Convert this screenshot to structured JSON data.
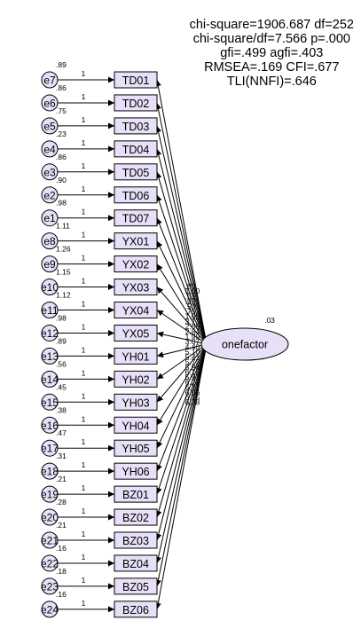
{
  "fit_stats": [
    "chi-square=1906.687 df=252",
    "chi-square/df=7.566 p=.000",
    "gfi=.499 agfi=.403",
    "RMSEA=.169 CFI=.677",
    "TLI(NNFI)=.646"
  ],
  "factor": {
    "name": "onefactor",
    "variance": ".03"
  },
  "path_fixed_label": "1",
  "items": [
    {
      "error": "e7",
      "error_var": ".89",
      "indicator": "TD01",
      "loading": ".80"
    },
    {
      "error": "e6",
      "error_var": ".86",
      "indicator": "TD02",
      "loading": "1.00"
    },
    {
      "error": "e5",
      "error_var": ".75",
      "indicator": "TD03",
      "loading": ".51"
    },
    {
      "error": "e4",
      "error_var": ".23",
      "indicator": "TD04",
      "loading": ".93"
    },
    {
      "error": "e3",
      "error_var": ".86",
      "indicator": "TD05",
      "loading": ".50"
    },
    {
      "error": "e2",
      "error_var": ".90",
      "indicator": "TD06",
      "loading": ".75"
    },
    {
      "error": "e1",
      "error_var": ".98",
      "indicator": "TD07",
      "loading": "1.00"
    },
    {
      "error": "e8",
      "error_var": "1.11",
      "indicator": "YX01",
      "loading": "3.13"
    },
    {
      "error": "e9",
      "error_var": "1.26",
      "indicator": "YX02",
      "loading": "2.69"
    },
    {
      "error": "e10",
      "error_var": "1.15",
      "indicator": "YX03",
      "loading": "2.84"
    },
    {
      "error": "e11",
      "error_var": "1.12",
      "indicator": "YX04",
      "loading": "1.99"
    },
    {
      "error": "e12",
      "error_var": ".98",
      "indicator": "YX05",
      "loading": "3.07"
    },
    {
      "error": "e13",
      "error_var": ".89",
      "indicator": "YH01",
      "loading": "4.40"
    },
    {
      "error": "e14",
      "error_var": ".56",
      "indicator": "YH02",
      "loading": "5.10"
    },
    {
      "error": "e15",
      "error_var": ".45",
      "indicator": "YH03",
      "loading": "5.41"
    },
    {
      "error": "e16",
      "error_var": ".38",
      "indicator": "YH04",
      "loading": "5.73"
    },
    {
      "error": "e17",
      "error_var": ".47",
      "indicator": "YH05",
      "loading": "5.94"
    },
    {
      "error": "e18",
      "error_var": ".31",
      "indicator": "YH06",
      "loading": "6.15"
    },
    {
      "error": "e19",
      "error_var": ".21",
      "indicator": "BZ01",
      "loading": "5.91"
    },
    {
      "error": "e20",
      "error_var": ".28",
      "indicator": "BZ02",
      "loading": "6.24"
    },
    {
      "error": "e21",
      "error_var": ".21",
      "indicator": "BZ03",
      "loading": "6.11"
    },
    {
      "error": "e22",
      "error_var": ".16",
      "indicator": "BZ04",
      "loading": "6.06"
    },
    {
      "error": "e23",
      "error_var": ".18",
      "indicator": "BZ05",
      "loading": "6.15"
    },
    {
      "error": "e24",
      "error_var": ".16",
      "indicator": "BZ06",
      "loading": "6.38"
    }
  ],
  "colors": {
    "box_fill": "#e8e0f8",
    "ellipse_fill": "#e8e0f8",
    "line": "#000000"
  }
}
